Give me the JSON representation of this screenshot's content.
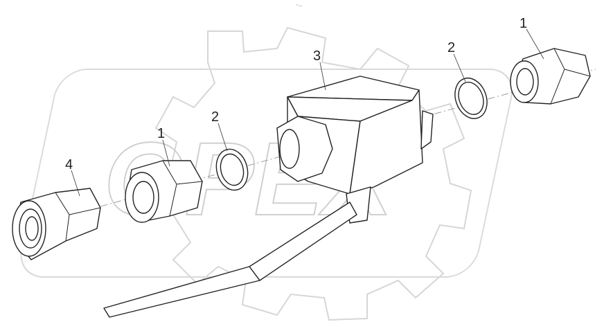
{
  "header": {
    "tiny_mark": "° —"
  },
  "watermark": {
    "text": "OPEX"
  },
  "callouts": [
    {
      "id": "fitting-right",
      "label": "1"
    },
    {
      "id": "seal-right",
      "label": "2"
    },
    {
      "id": "valve-body",
      "label": "3"
    },
    {
      "id": "seal-left",
      "label": "2"
    },
    {
      "id": "fitting-left",
      "label": "1"
    },
    {
      "id": "nut",
      "label": "4"
    }
  ]
}
